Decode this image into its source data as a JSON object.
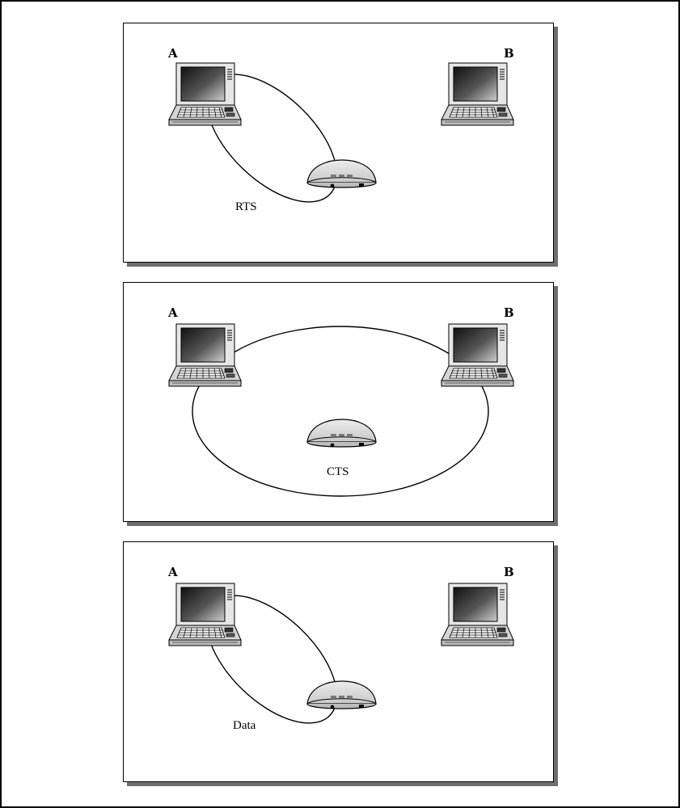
{
  "panels": [
    {
      "node_a": "A",
      "node_b": "B",
      "message": "RTS",
      "range": "a-to-ap"
    },
    {
      "node_a": "A",
      "node_b": "B",
      "message": "CTS",
      "range": "ap-to-all"
    },
    {
      "node_a": "A",
      "node_b": "B",
      "message": "Data",
      "range": "a-to-ap"
    }
  ],
  "icons": {
    "station": "laptop-icon",
    "access_point": "access-point-icon"
  },
  "colors": {
    "outline": "#000000",
    "shadow": "#6e6e6e",
    "ap_fill": "#dcdcdc",
    "ap_led": "#808080"
  }
}
